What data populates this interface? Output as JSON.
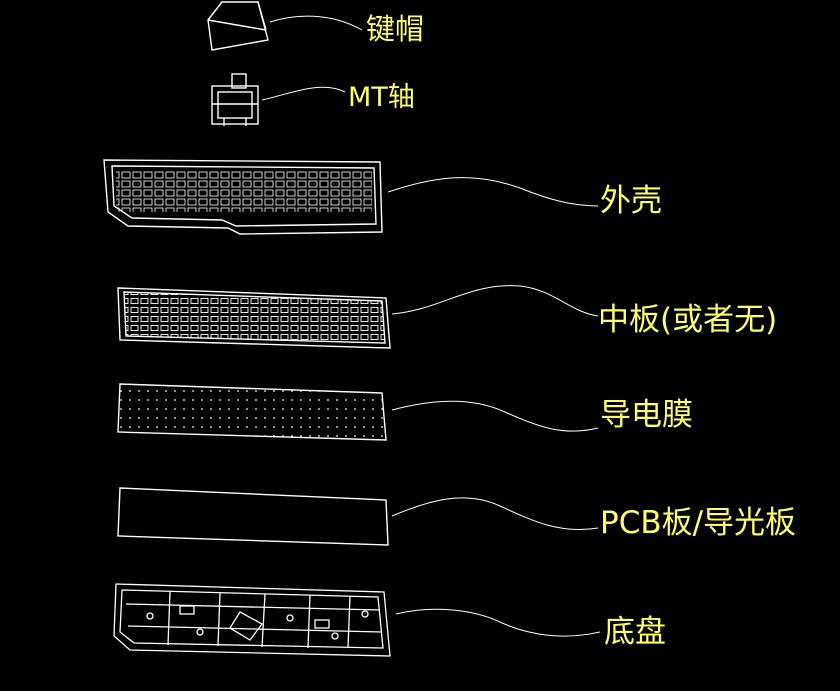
{
  "labels": {
    "keycap": "键帽",
    "switch": "MT轴",
    "case": "外壳",
    "plate": "中板(或者无)",
    "membrane": "导电膜",
    "pcb": "PCB板/导光板",
    "bottom": "底盘"
  },
  "colors": {
    "background": "#000000",
    "line": "#ffffff",
    "label": "#ffff66"
  }
}
